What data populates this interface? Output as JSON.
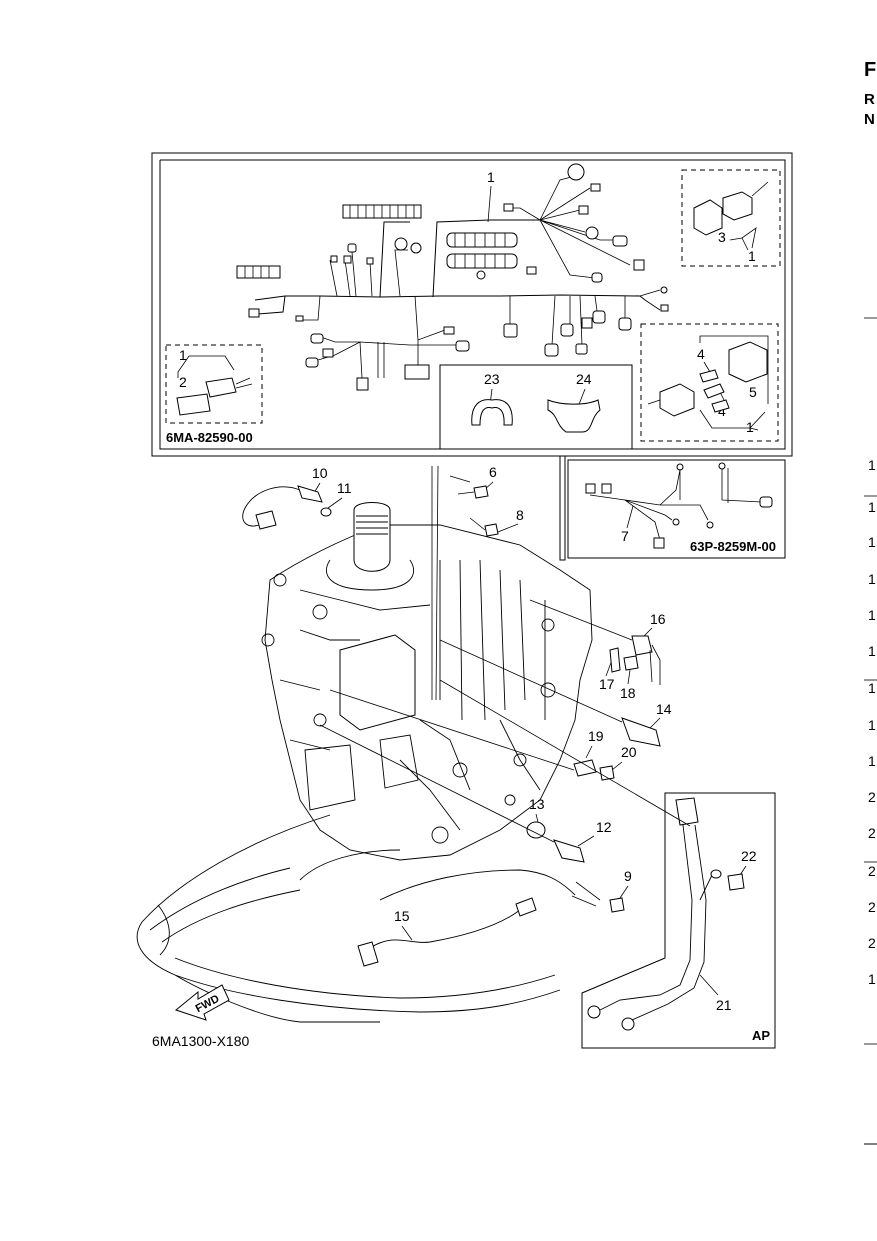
{
  "edge_letters": [
    "F",
    "R",
    "N"
  ],
  "edge_numbers": [
    "1",
    "1",
    "1",
    "1",
    "1",
    "1",
    "1",
    "1",
    "1",
    "2",
    "2",
    "2",
    "2",
    "2"
  ],
  "callouts": [
    "1",
    "2",
    "3",
    "4",
    "4",
    "5",
    "1",
    "1",
    "1",
    "6",
    "7",
    "8",
    "9",
    "10",
    "11",
    "12",
    "13",
    "14",
    "15",
    "16",
    "17",
    "18",
    "19",
    "20",
    "21",
    "22",
    "23",
    "24"
  ],
  "codes": {
    "harness_inset": "6MA-82590-00",
    "lead_inset": "63P-8259M-00",
    "figure_code": "6MA1300-X180",
    "ap_box": "AP",
    "fwd": "FWD"
  }
}
